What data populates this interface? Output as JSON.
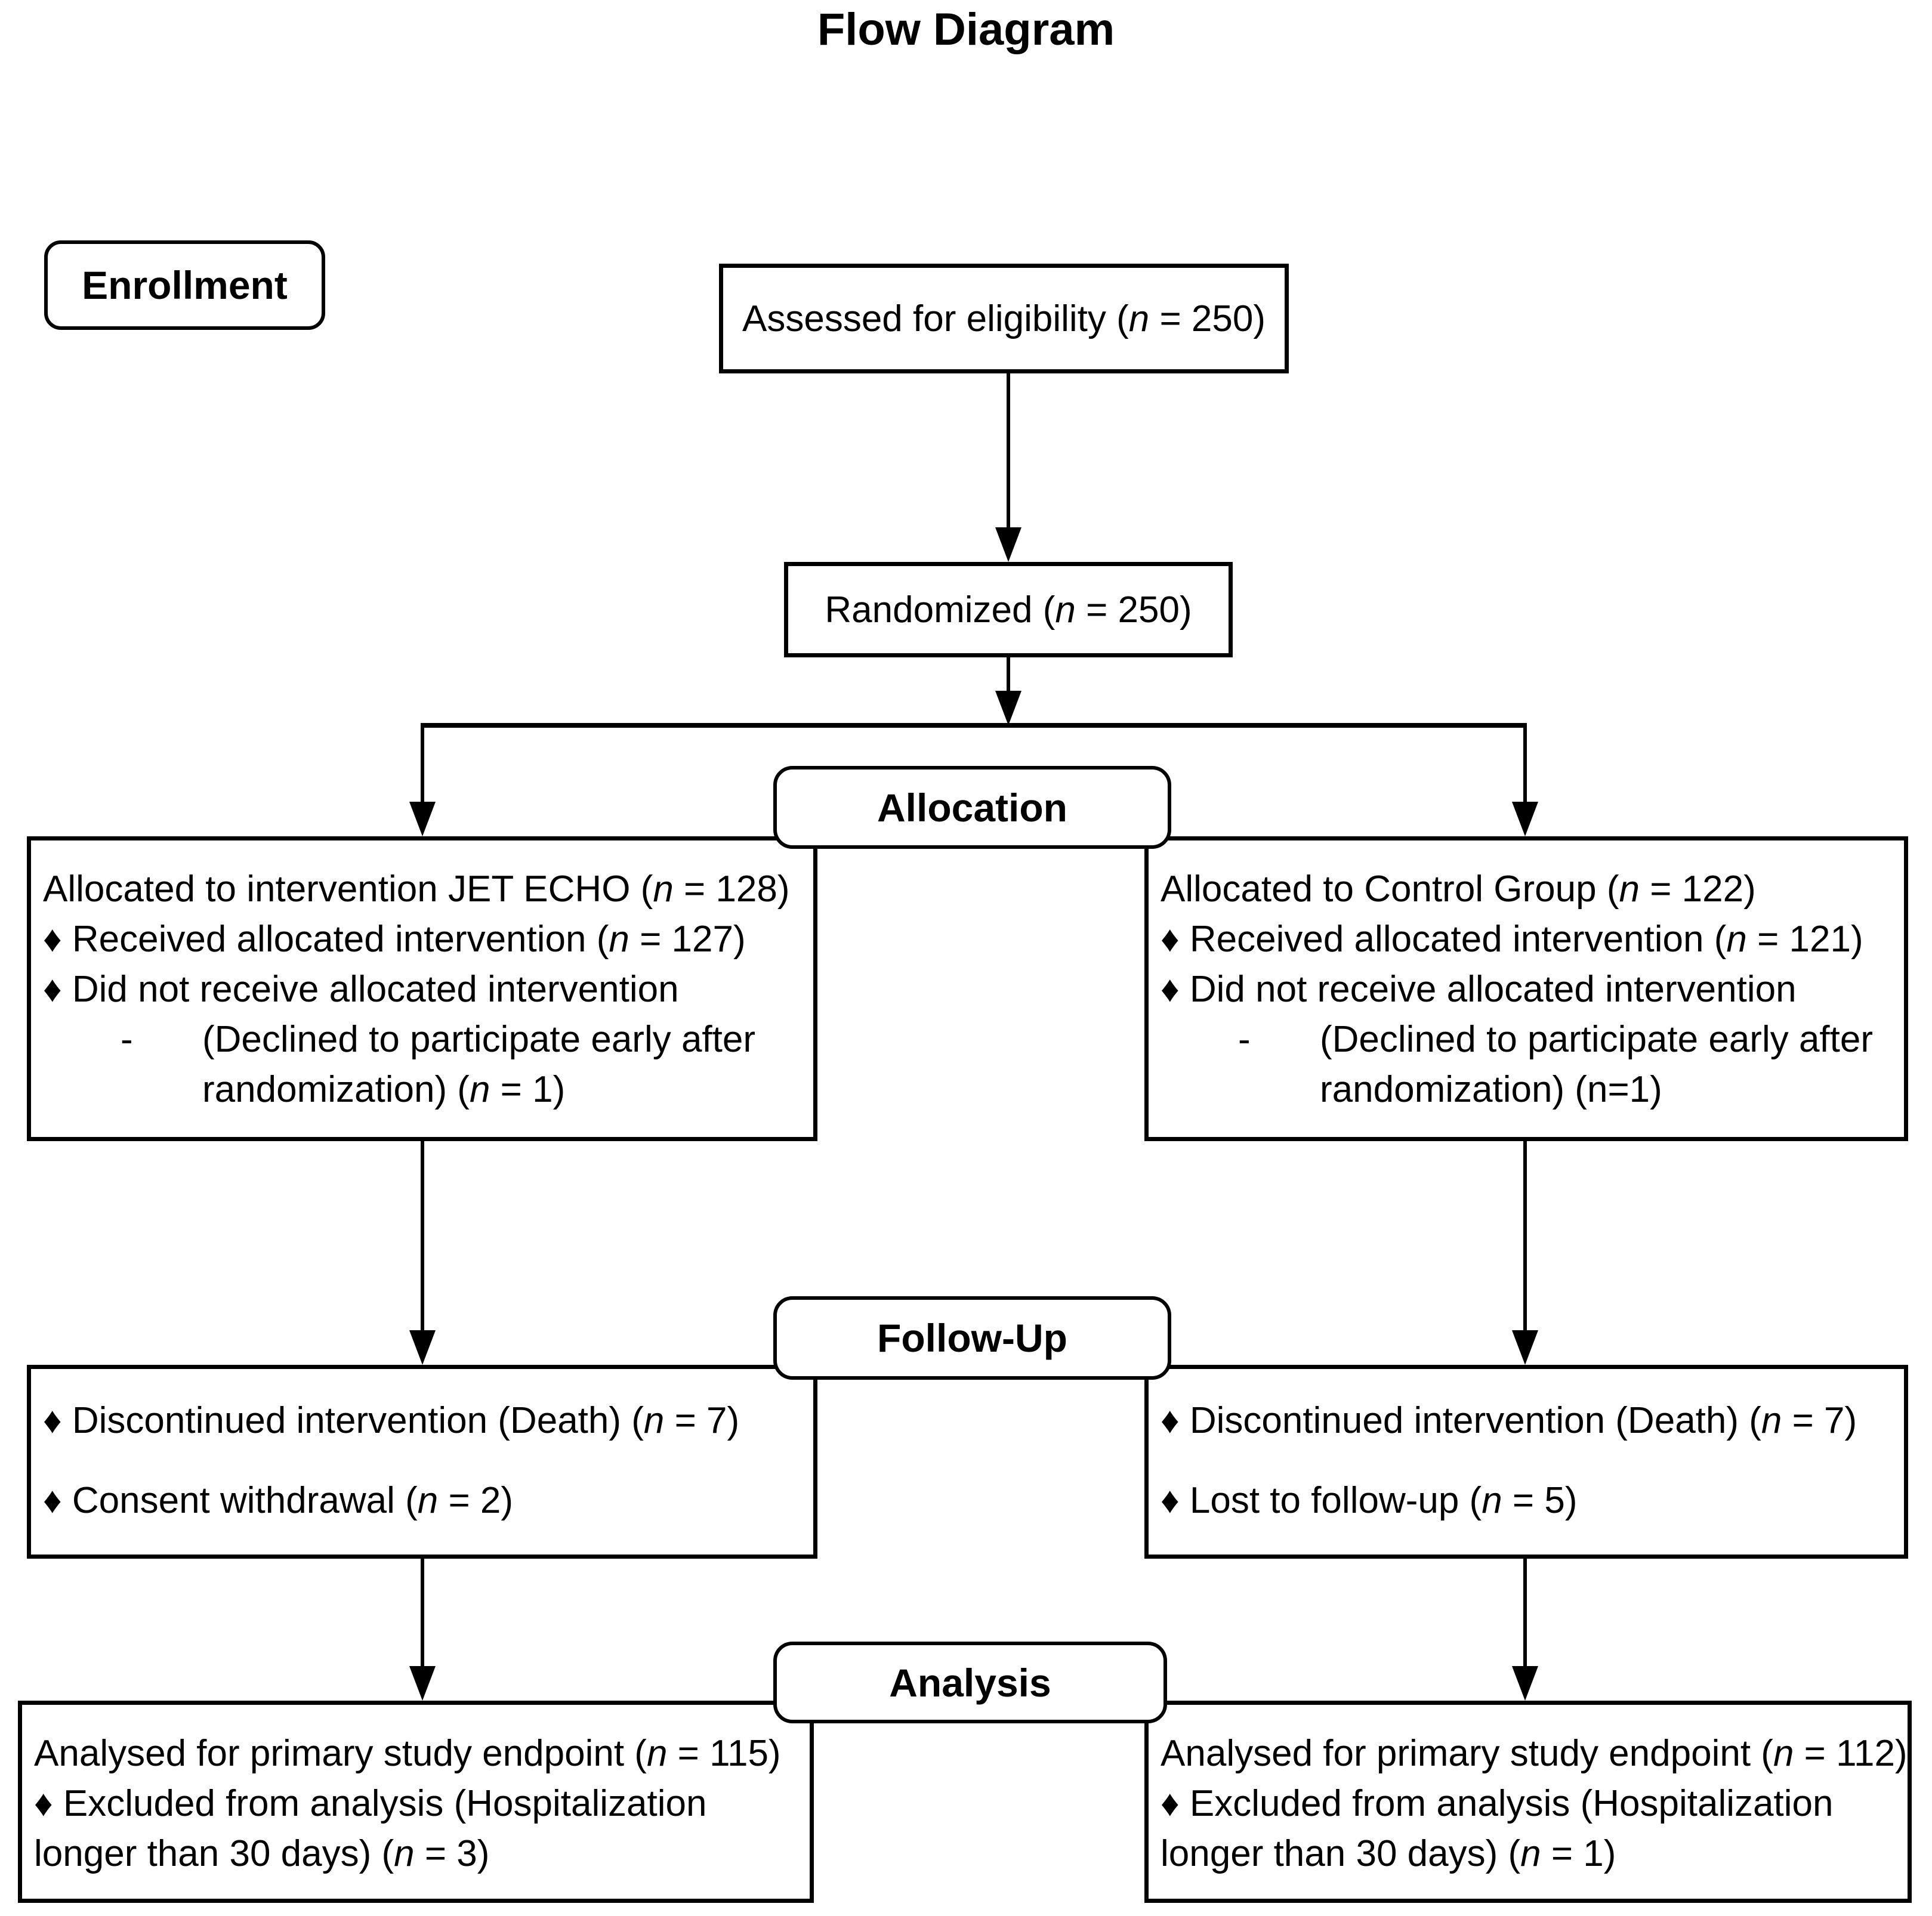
{
  "title": "Flow Diagram",
  "stages": {
    "enrollment": "Enrollment",
    "allocation": "Allocation",
    "followup": "Follow-Up",
    "analysis": "Analysis"
  },
  "boxes": {
    "assessed": "Assessed for eligibility (n = 250)",
    "randomized": "Randomized (n = 250)",
    "allocation_left": {
      "title": "Allocated to intervention JET ECHO (n = 128)",
      "bullet1": "♦ Received allocated intervention (n = 127)",
      "bullet2": "♦ Did not receive allocated intervention",
      "sub_dash": "-",
      "sub_line1": "(Declined to participate early after",
      "sub_line2": "randomization) (n = 1)"
    },
    "allocation_right": {
      "title": "Allocated to Control Group (n = 122)",
      "bullet1": "♦ Received allocated intervention (n = 121)",
      "bullet2": "♦ Did not receive allocated intervention",
      "sub_dash": "-",
      "sub_line1": "(Declined to participate early after",
      "sub_line2": "randomization) (n=1)"
    },
    "followup_left": {
      "bullet1": "♦ Discontinued intervention (Death) (n = 7)",
      "bullet2": "♦ Consent withdrawal (n = 2)"
    },
    "followup_right": {
      "bullet1": "♦ Discontinued intervention (Death) (n = 7)",
      "bullet2": "♦ Lost to follow-up (n = 5)"
    },
    "analysis_left": {
      "title": "Analysed for primary study endpoint (n = 115)",
      "bullet1": "♦ Excluded from analysis (Hospitalization",
      "bullet2": "longer than 30 days) (n = 3)"
    },
    "analysis_right": {
      "title": "Analysed for primary study endpoint (n = 112)",
      "bullet1": "♦ Excluded from analysis (Hospitalization",
      "bullet2": "longer than 30 days) (n = 1)"
    }
  },
  "colors": {
    "ink": "#000000",
    "background": "#ffffff"
  }
}
